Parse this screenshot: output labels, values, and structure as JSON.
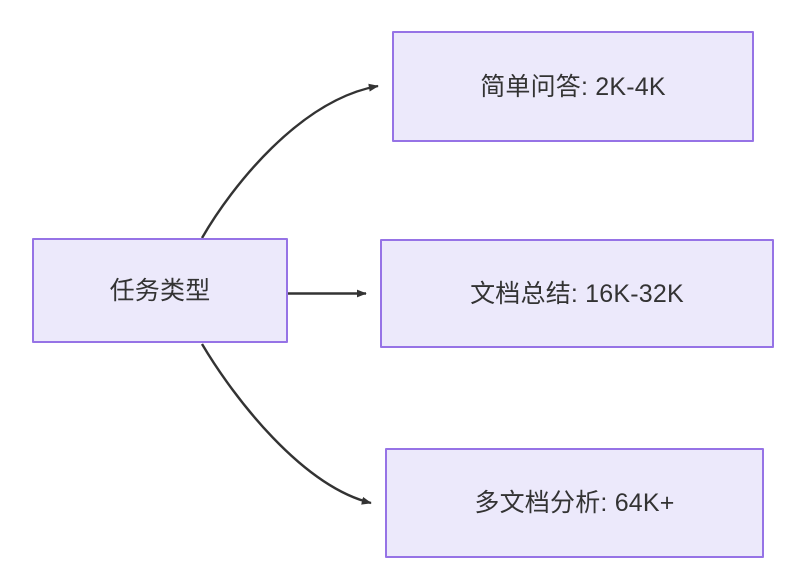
{
  "diagram": {
    "type": "flowchart",
    "direction": "left-to-right",
    "background_color": "#ffffff",
    "node_fill_color": "#ece9fb",
    "node_border_color": "#9673e6",
    "node_text_color": "#333333",
    "edge_color": "#333333",
    "nodes": [
      {
        "id": "source",
        "label": "任务类型"
      },
      {
        "id": "task1",
        "label": "简单问答: 2K-4K"
      },
      {
        "id": "task2",
        "label": "文档总结: 16K-32K"
      },
      {
        "id": "task3",
        "label": "多文档分析: 64K+"
      }
    ],
    "edges": [
      {
        "from": "source",
        "to": "task1",
        "style": "curved",
        "arrowhead": "solid-triangle"
      },
      {
        "from": "source",
        "to": "task2",
        "style": "straight",
        "arrowhead": "solid-triangle"
      },
      {
        "from": "source",
        "to": "task3",
        "style": "curved",
        "arrowhead": "solid-triangle"
      }
    ]
  }
}
